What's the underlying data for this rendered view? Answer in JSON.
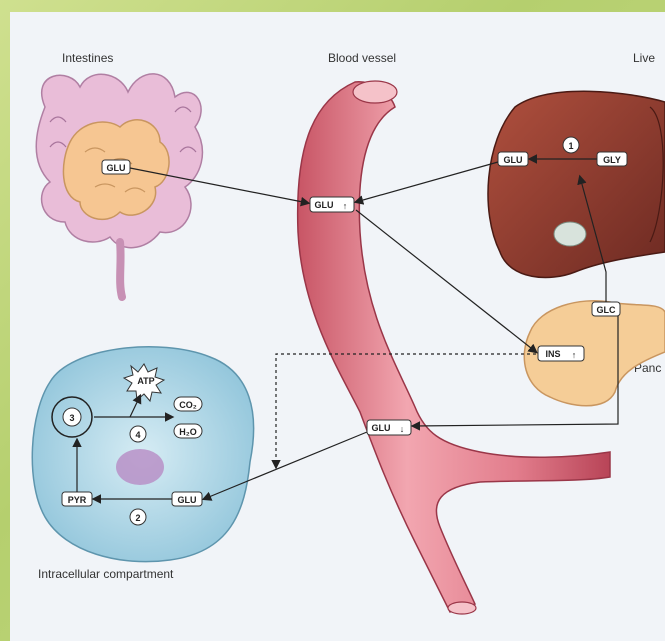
{
  "labels": {
    "intestines": "Intestines",
    "blood_vessel": "Blood vessel",
    "liver": "Live",
    "pancreas": "Panc",
    "cell": "Intracellular compartment"
  },
  "tags": {
    "intestine_glu": "GLU",
    "vessel_top": "GLU",
    "vessel_mid": "GLU",
    "liver_glu": "GLU",
    "liver_gly": "GLY",
    "pancreas_glc": "GLC",
    "pancreas_ins": "INS",
    "cell_glu": "GLU",
    "cell_pyr": "PYR",
    "cell_co2": "CO₂",
    "cell_h2o": "H₂O",
    "cell_atp": "ATP"
  },
  "steps": {
    "liver": "1",
    "cell_cycle": "3",
    "cell_resp": "4",
    "cell_glyco": "2"
  },
  "arrows": {
    "up": "↑",
    "down": "↓"
  },
  "colors": {
    "vessel": "#e07f8a",
    "intestine": "#e7b9d6",
    "liver": "#8e3a2e",
    "pancreas": "#f3c992",
    "cell": "#a9d4e6"
  }
}
